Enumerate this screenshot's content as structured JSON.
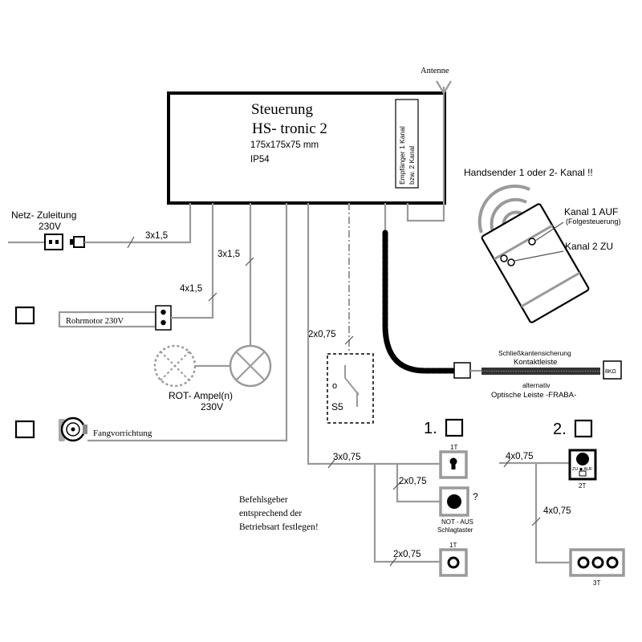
{
  "controller": {
    "title": "Steuerung",
    "model": "HS- tronic 2",
    "size": "175x175x75 mm",
    "ip": "IP54",
    "receiver_line1": "Empfänger 1 Kanal",
    "receiver_line2": "bzw. 2 Kanal"
  },
  "antenna": {
    "label": "Antenne"
  },
  "mains": {
    "label1": "Netz- Zuleitung",
    "label2": "230V",
    "cable": "3x1,5"
  },
  "motor": {
    "label": "Rohrmotor 230V",
    "cable": "4x1,5"
  },
  "lamp": {
    "cable": "3x1,5",
    "label1": "ROT- Ampel(n)",
    "label2": "230V"
  },
  "catch_device": {
    "label": "Fangvorrichtung"
  },
  "switch": {
    "cable": "2x0,75",
    "contact": "o",
    "label": "S5"
  },
  "remote": {
    "title": "Handsender 1 oder 2- Kanal !!",
    "ch1": "Kanal 1 AUF",
    "ch1_note": "(Folgesteuerung)",
    "ch2": "Kanal 2 ZU"
  },
  "edge": {
    "label1": "Schließkantensicherung",
    "label2": "Kontaktleiste",
    "label3": "alternativ",
    "label4": "Optische Leiste -FRABA-",
    "resistor": "8KΩ"
  },
  "mode1": {
    "number": "1.",
    "cable_main": "3x0,75",
    "key_label": "1T",
    "cable_stop": "2x0,75",
    "stop_mark": "?",
    "stop_label1": "NOT - AUS",
    "stop_label2": "Schlagtaster",
    "cable_button": "2x0,75",
    "button_label": "1T"
  },
  "mode2": {
    "number": "2.",
    "cable_main": "4x0,75",
    "key_label": "2T",
    "key_small": "ZU ◆ AUF",
    "cable_three": "4x0,75",
    "three_label": "3T"
  },
  "note": {
    "line1": "Befehlsgeber",
    "line2": "entsprechend der",
    "line3": "Betriebsart festlegen!"
  },
  "colors": {
    "wire": "#9a9a9a",
    "ink": "#000000"
  }
}
